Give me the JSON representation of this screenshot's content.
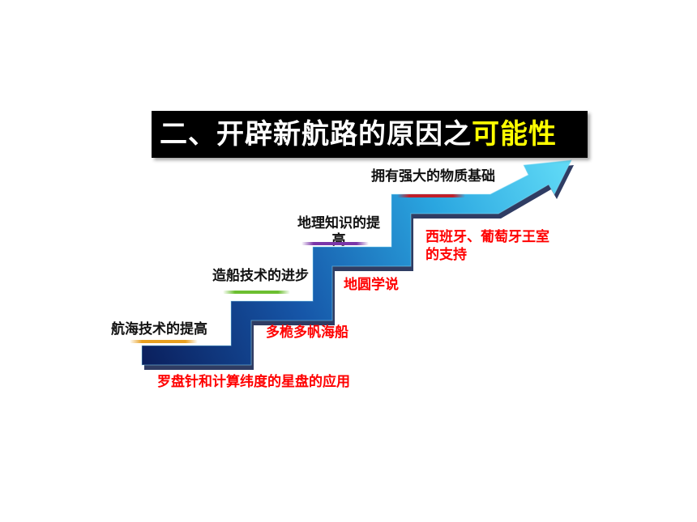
{
  "slide": {
    "title": {
      "prefix": "二、开辟新航路的原因之",
      "highlight": "可能性"
    },
    "steps": [
      {
        "label": "航海技术的提高",
        "detail": "罗盘针和计算纬度的星盘的应用",
        "underline_color": "#e8a020"
      },
      {
        "label": "造船技术的进步",
        "detail": "多桅多帆海船",
        "underline_color": "#6cbf30"
      },
      {
        "label": "地理知识的提高",
        "detail": "地圆学说",
        "underline_color": "#7a35a8"
      },
      {
        "label": "拥有强大的物质基础",
        "detail": "西班牙、葡萄牙王室的支持",
        "underline_color": "#c0202a"
      }
    ]
  },
  "colors": {
    "background": "#ffffff",
    "banner": "#000000",
    "title_text": "#ffffff",
    "title_highlight": "#ffff00",
    "label_text": "#111111",
    "detail_text": "#ff0000",
    "arrow_dark": "#0b1f5c",
    "arrow_light": "#5fd8f5"
  }
}
